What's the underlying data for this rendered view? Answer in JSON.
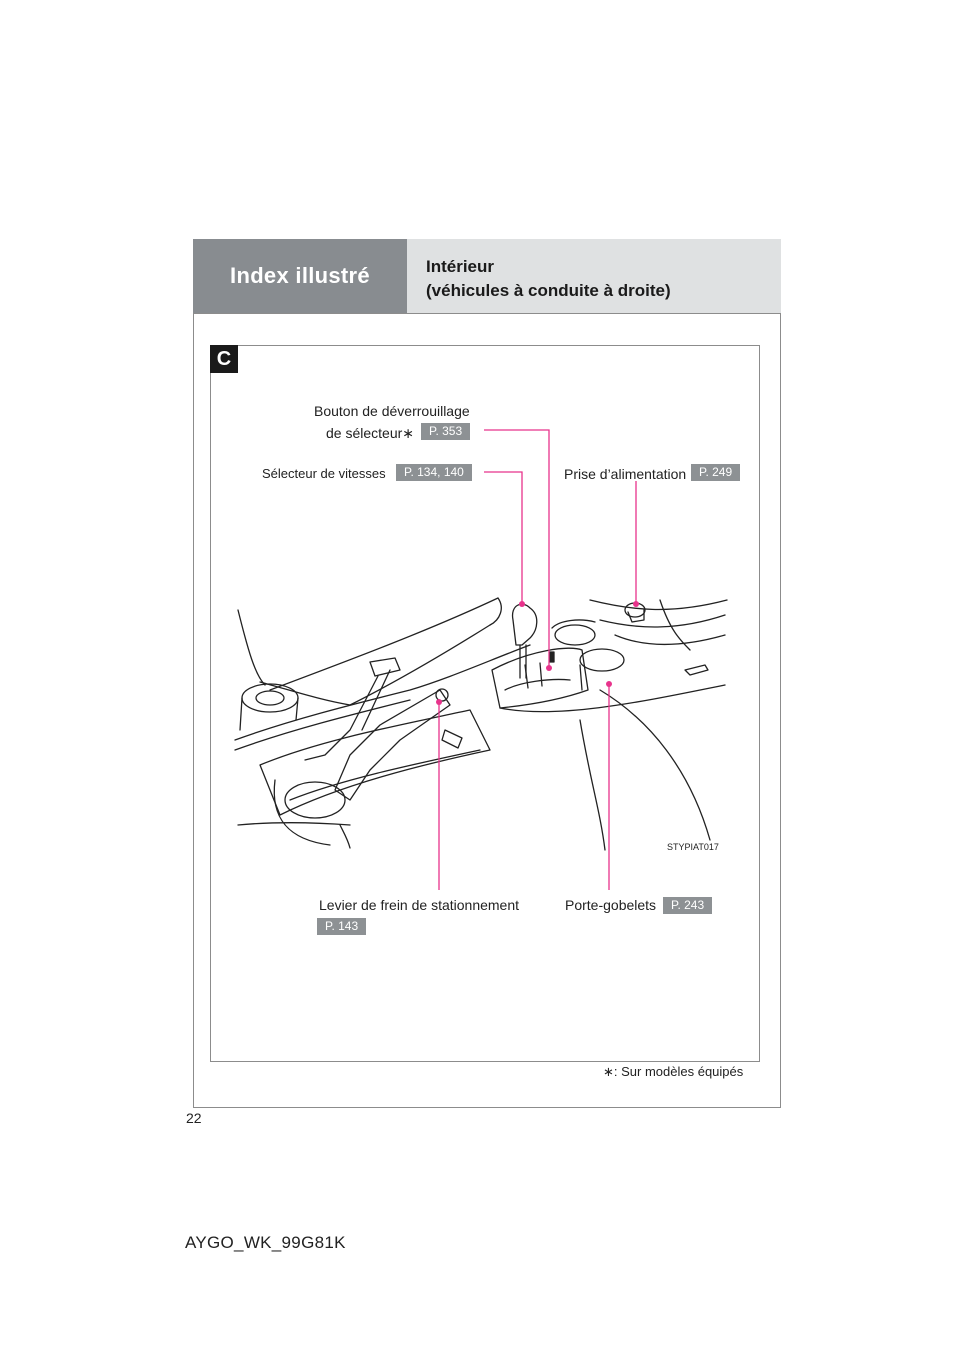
{
  "header": {
    "section": "Index illustré",
    "title_line1": "Intérieur",
    "title_line2": "(véhicules à conduite à droite)"
  },
  "panel": {
    "badge": "C"
  },
  "callouts": {
    "selector_release": {
      "line1": "Bouton de déverrouillage",
      "line2": "de sélecteur",
      "asterisk": "∗",
      "ref": "P. 353"
    },
    "gear_selector": {
      "label": "Sélecteur de vitesses",
      "ref": "P. 134, 140"
    },
    "power_outlet": {
      "label": "Prise d’alimentation",
      "ref": "P. 249"
    },
    "parking_brake": {
      "label": "Levier de frein de stationnement",
      "ref": "P. 143"
    },
    "cup_holders": {
      "label": "Porte-gobelets",
      "ref": "P. 243"
    }
  },
  "illustration": {
    "code": "STYPIAT017"
  },
  "footnote": {
    "symbol": "∗",
    "text": ": Sur modèles équipés"
  },
  "page_number": "22",
  "doc_code": "AYGO_WK_99G81K",
  "colors": {
    "header_dark": "#888c90",
    "header_light": "#dfe1e2",
    "leader": "#e8338c",
    "ref_badge": "#8d9194"
  }
}
